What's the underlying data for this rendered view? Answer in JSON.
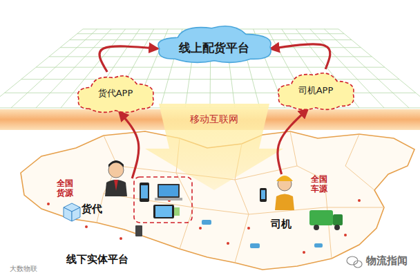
{
  "diagram": {
    "nodes": [
      {
        "text": [
          "线上配货平台"
        ]
      },
      {
        "text": [
          "货代APP"
        ]
      },
      {
        "text": [
          "司机APP"
        ]
      },
      {
        "text": [
          "移动互联网"
        ]
      },
      {
        "text": [
          "线下实体平台"
        ]
      },
      {
        "text": [
          "全国货源",
          "货代"
        ],
        "in": 4
      },
      {
        "text": [
          "全国车源",
          "司机"
        ],
        "in": 4
      }
    ],
    "edges": [
      {
        "from": 5,
        "to": 1,
        "arrow": "to"
      },
      {
        "from": 1,
        "to": 0,
        "arrow": "to"
      },
      {
        "from": 2,
        "to": 0,
        "arrow": "to"
      },
      {
        "from": 6,
        "to": 2,
        "arrow": "to"
      }
    ],
    "labels": [
      "物流指闻",
      "大数物联"
    ]
  }
}
